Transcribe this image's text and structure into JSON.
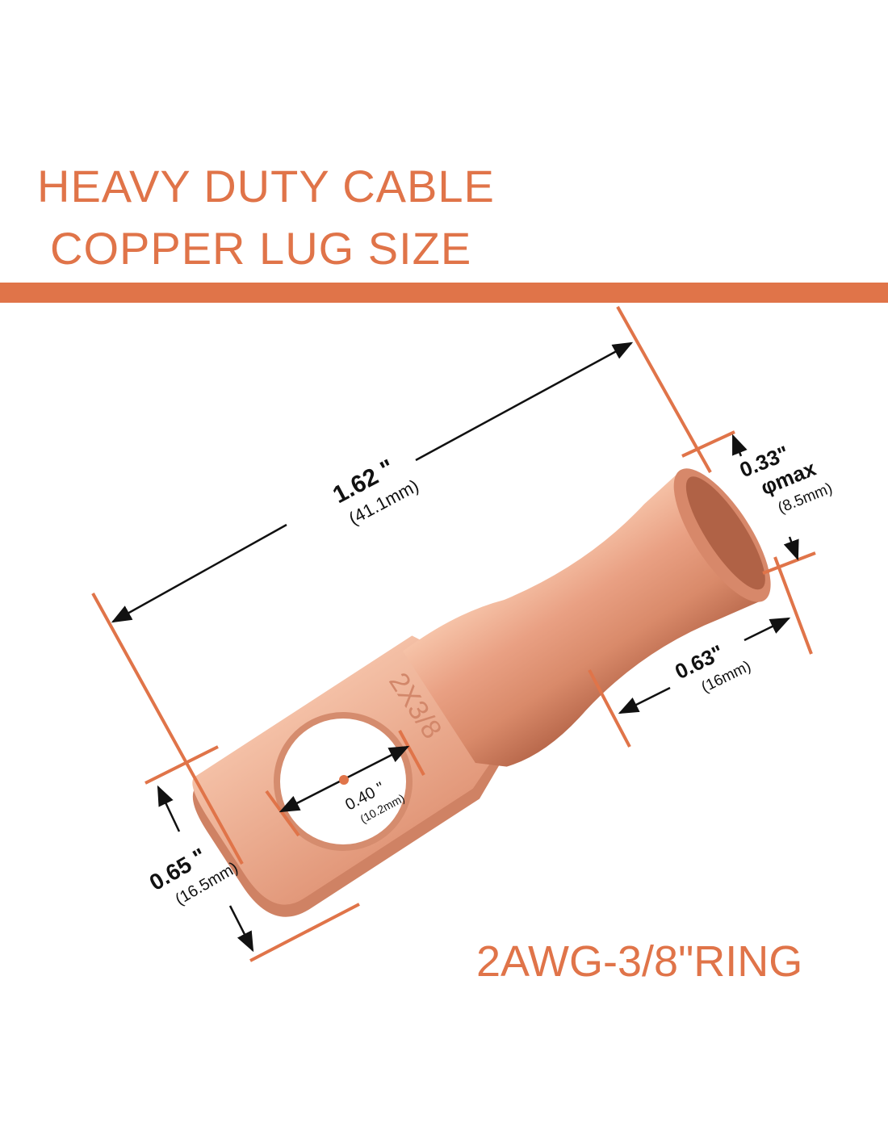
{
  "title": {
    "line1": "HEAVY DUTY CABLE",
    "line2": "COPPER LUG SIZE"
  },
  "model": "2AWG-3/8\"RING",
  "stamp": "2X3/8",
  "dimensions": {
    "length": {
      "inch": "1.62 \"",
      "mm": "(41.1mm)"
    },
    "barrel_diameter": {
      "inch": "0.33\"",
      "label": "φmax",
      "mm": "(8.5mm)"
    },
    "barrel_length": {
      "inch": "0.63\"",
      "mm": "(16mm)"
    },
    "hole": {
      "inch": "0.40 \"",
      "mm": "(10.2mm)"
    },
    "tongue_width": {
      "inch": "0.65 \"",
      "mm": "(16.5mm)"
    }
  },
  "colors": {
    "accent": "#e07449",
    "copper": "#e9a386",
    "copper_dark": "#c9785a"
  }
}
